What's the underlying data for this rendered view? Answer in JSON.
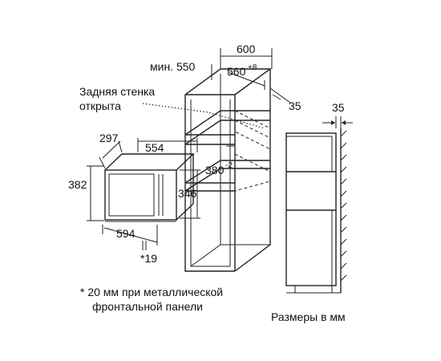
{
  "labels": {
    "w600": "600",
    "w550": "мин. 550",
    "w560": "560",
    "w560_sup": "+8",
    "d35_oven": "35",
    "d35_side": "35",
    "back_wall_line1": "Задняя стенка",
    "back_wall_line2": "открыта",
    "d297": "297",
    "d554": "554",
    "d382": "382",
    "d346": "346",
    "d594": "594",
    "d19": "*19",
    "d380": "380",
    "d380_sup": "-2"
  },
  "notes": {
    "footnote_line1": "* 20 мм при металлической",
    "footnote_line2": "фронтальной панели",
    "units": "Размеры в мм"
  }
}
